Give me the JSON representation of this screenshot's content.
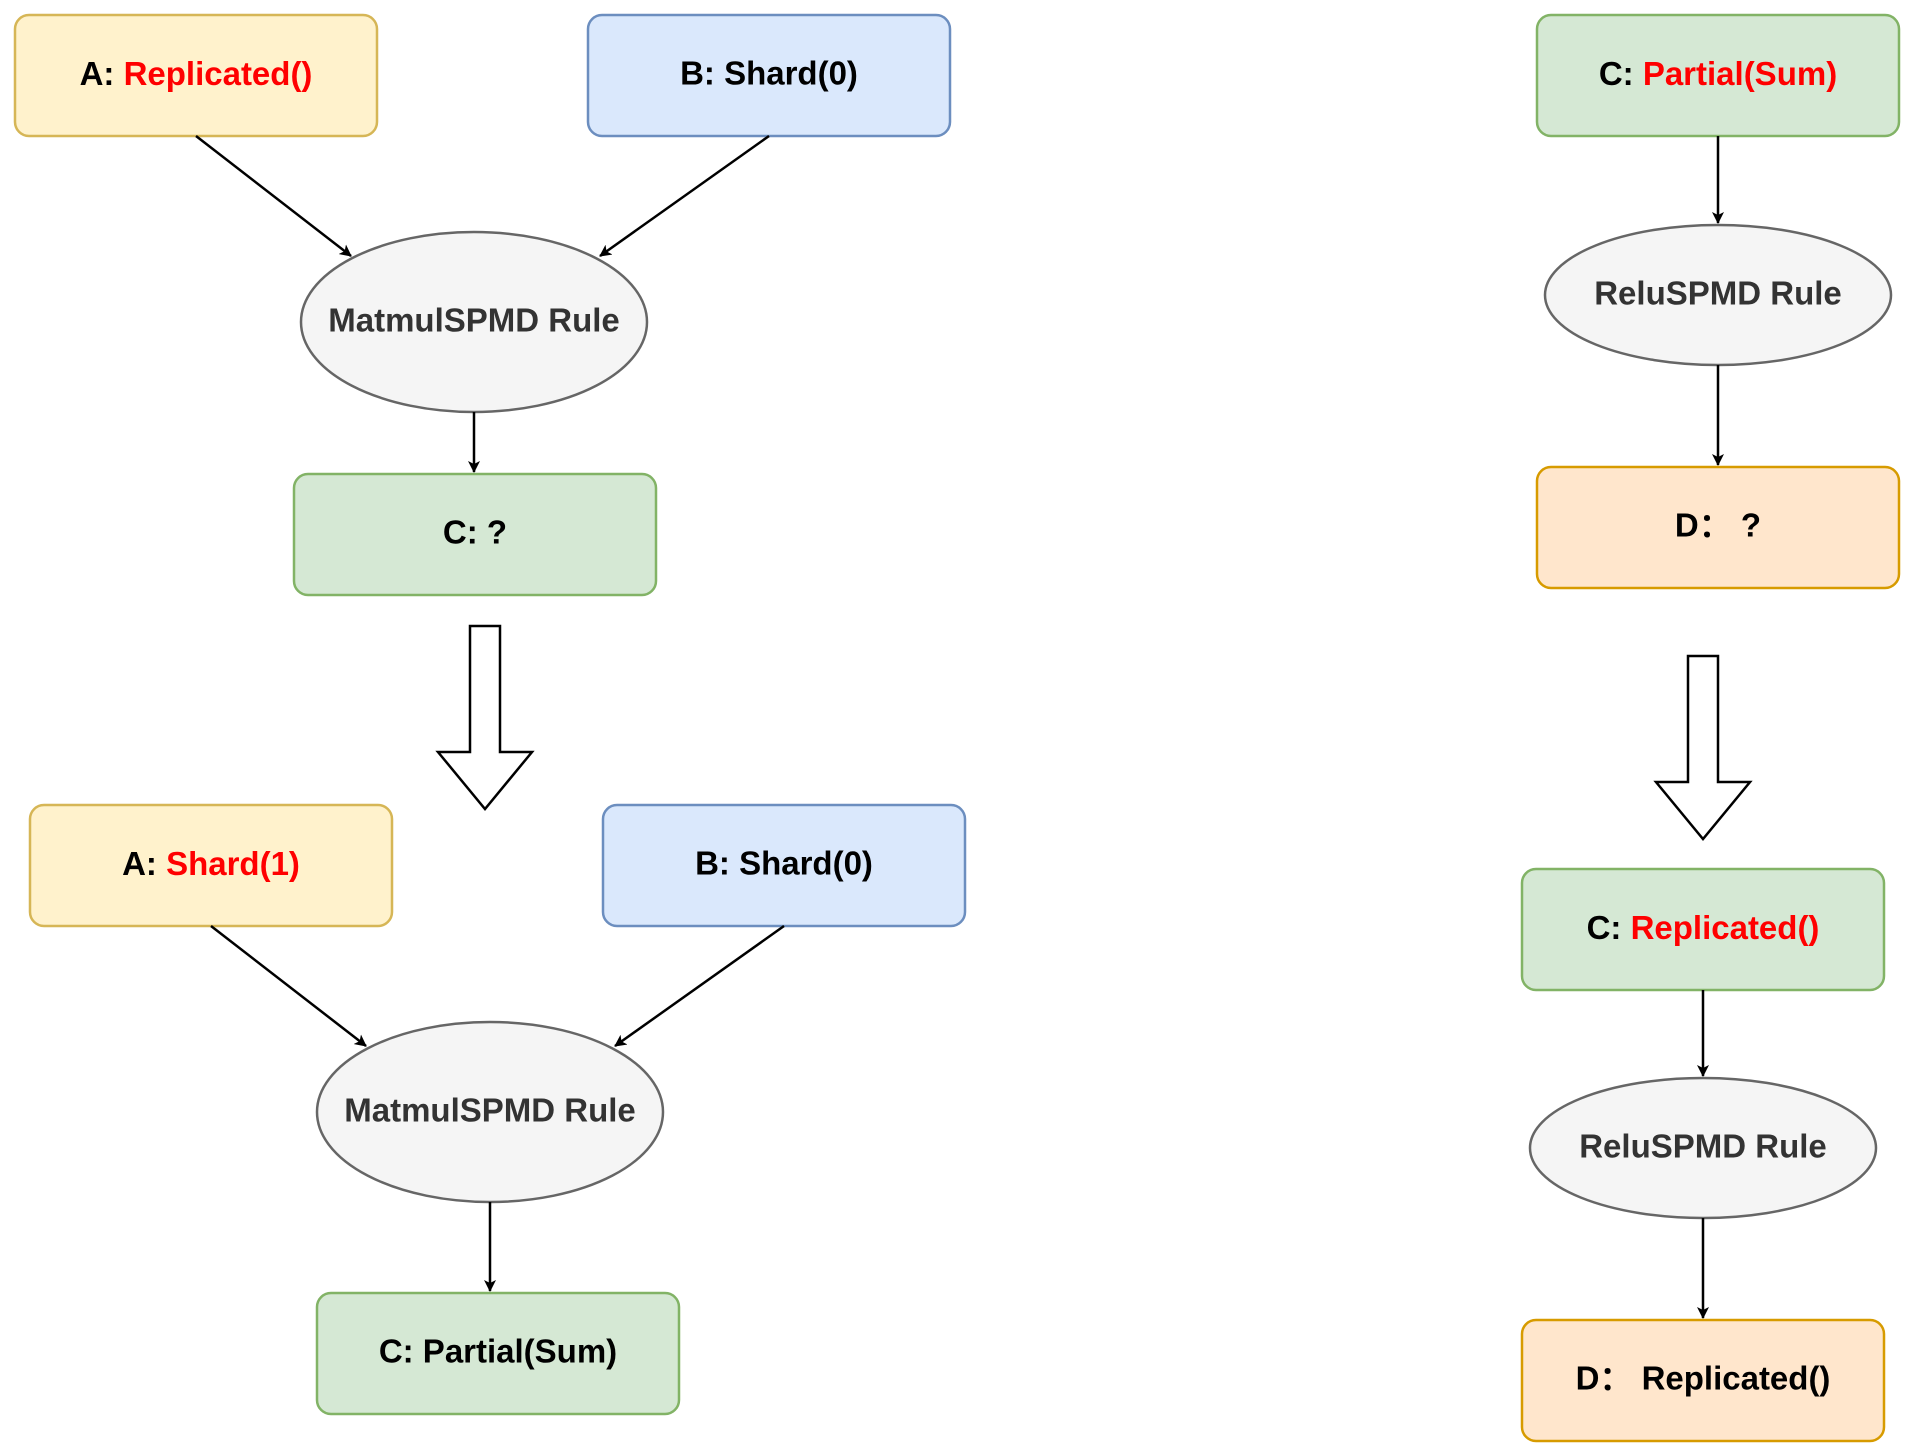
{
  "colors": {
    "yellow_fill": "#fff2cc",
    "yellow_stroke": "#d6b656",
    "blue_fill": "#dae8fc",
    "blue_stroke": "#6c8ebf",
    "green_fill": "#d5e8d4",
    "green_stroke": "#82b366",
    "orange_fill": "#ffe6cc",
    "orange_stroke": "#d79b00",
    "rule_fill": "#f5f5f5",
    "rule_stroke": "#666666",
    "highlight": "#ff0000"
  },
  "left": {
    "before": {
      "a": {
        "prefix": "A: ",
        "value": "Replicated()"
      },
      "b": {
        "label": "B: Shard(0)"
      },
      "rule": "MatmulSPMD Rule",
      "c": {
        "label": "C: ?"
      }
    },
    "after": {
      "a": {
        "prefix": "A: ",
        "value": "Shard(1)"
      },
      "b": {
        "label": "B: Shard(0)"
      },
      "rule": "MatmulSPMD Rule",
      "c": {
        "label": "C: Partial(Sum)"
      }
    }
  },
  "right": {
    "before": {
      "c": {
        "prefix": "C: ",
        "value": "Partial(Sum)"
      },
      "rule": "ReluSPMD Rule",
      "d": {
        "label": "D：  ?"
      }
    },
    "after": {
      "c": {
        "prefix": "C: ",
        "value": "Replicated()"
      },
      "rule": "ReluSPMD Rule",
      "d": {
        "label": "D：  Replicated()"
      }
    }
  }
}
